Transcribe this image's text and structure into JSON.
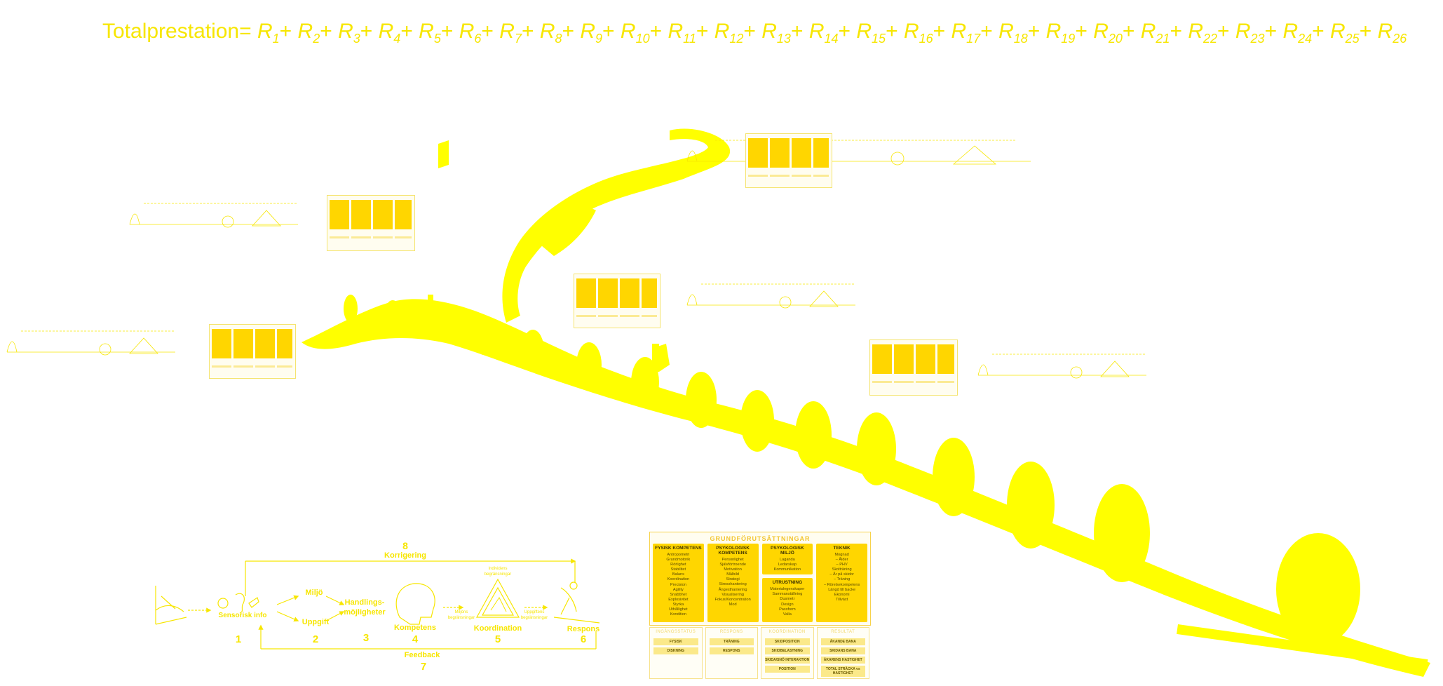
{
  "formula": {
    "prefix": "Totalprestation=",
    "term_letter": "R",
    "terms": [
      "1",
      "2",
      "3",
      "4",
      "5",
      "6",
      "7",
      "8",
      "9",
      "10",
      "11",
      "12",
      "13",
      "14",
      "15",
      "16",
      "17",
      "18",
      "19",
      "20",
      "21",
      "22",
      "23",
      "24",
      "25",
      "26"
    ]
  },
  "diagram": {
    "step_1_num": "1",
    "step_1_label": "Sensorisk info",
    "step_2_num": "2",
    "step_2_top": "Miljö",
    "step_2_bottom": "Uppgift",
    "step_3_num": "3",
    "step_3_label_line1": "Handlings-",
    "step_3_label_line2": "möjligheter",
    "step_4_num": "4",
    "step_4_label": "Kompetens",
    "step_5_num": "5",
    "step_5_label": "Koordination",
    "step_5_top_line1": "Individens",
    "step_5_top_line2": "begränsningar",
    "step_5_left_line1": "Miljöns",
    "step_5_left_line2": "begränsningar",
    "step_5_right_line1": "Uppgiftens",
    "step_5_right_line2": "begränsningar",
    "step_6_num": "6",
    "step_6_label": "Respons",
    "step_7_num": "7",
    "step_7_label": "Feedback",
    "step_8_num": "8",
    "step_8_label": "Korrigering"
  },
  "panel": {
    "title": "GRUNDFÖRUTSÄTTNINGAR",
    "fysisk": {
      "title": "FYSISK KOMPETENS",
      "items": [
        "Antropometri",
        "Grundmotorik",
        "Rörlighet",
        "Stabilitet",
        "Balans",
        "Koordination",
        "Precision",
        "Agility",
        "Snabbhet",
        "Explosivitet",
        "Styrka",
        "Uthållighet",
        "Kondition"
      ]
    },
    "psykologisk": {
      "title_line1": "PSYKOLOGISK",
      "title_line2": "KOMPETENS",
      "items": [
        "Personlighet",
        "Självförtroende",
        "Motivation",
        "Målbild",
        "Strategi",
        "Stresshantering",
        "Ångesthantering",
        "Visualisering",
        "Fokus/Koncentration",
        "Mod"
      ]
    },
    "miljo": {
      "title": "PSYKOLOGISK MILJÖ",
      "items": [
        "Laganda",
        "Ledarskap",
        "Kommunikation"
      ]
    },
    "utrustning": {
      "title": "UTRUSTNING",
      "items": [
        "Materialegenskaper",
        "Sammanställning",
        "Dusmetr",
        "Design",
        "Passform",
        "Valla"
      ]
    },
    "teknik": {
      "title": "TEKNIK",
      "items": [
        "Mognad",
        "– Ålder",
        "– PHV",
        "Skolträning",
        "– År på skidor",
        "– Träning",
        "– Rörelsekompetens",
        "Längd till backe",
        "Ekonomi",
        "Tillväxt"
      ]
    },
    "lower": [
      {
        "head": "INGÅNGSSTATUS",
        "chips": [
          "FYSISK",
          "DISKNING"
        ]
      },
      {
        "head": "RESPONS",
        "chips": [
          "TRÄNING",
          "RESPONS"
        ]
      },
      {
        "head": "KOORDINATION",
        "chips": [
          "SKIDPOSITION",
          "SKIDBELASTNING",
          "SKIDA/SNÖ INTERAKTION",
          "POSITION"
        ]
      },
      {
        "head": "RESULTAT",
        "chips": [
          "ÅKANDE BANA",
          "SKIDANS BANA",
          "ÅKARENS HASTIGHET",
          "TOTAL STRÄCKA vs HASTIGHET"
        ]
      }
    ]
  },
  "colors": {
    "primary": "#ffff00",
    "accent": "#ffd600",
    "line": "#f7e600"
  }
}
